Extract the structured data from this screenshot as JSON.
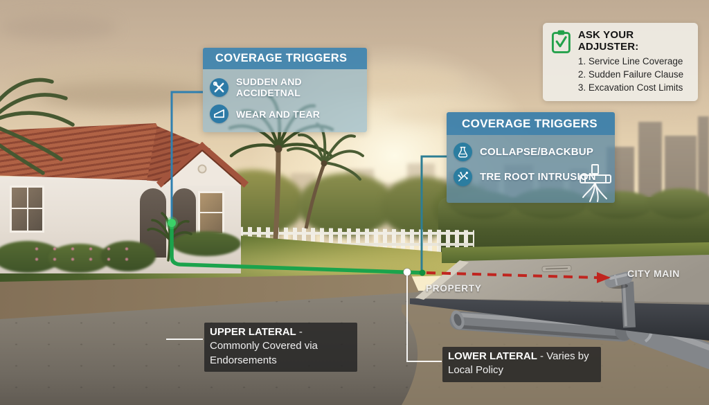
{
  "ask_adjuster": {
    "title": "ASK YOUR ADJUSTER:",
    "items": [
      "1. Service Line Coverage",
      "2. Sudden Failure Clause",
      "3. Excavation Cost Limits"
    ]
  },
  "coverage_left": {
    "title": "COVERAGE TRIGGERS",
    "items": [
      {
        "icon": "crossed-tools-icon",
        "label": "SUDDEN AND ACCIDETNAL"
      },
      {
        "icon": "wear-icon",
        "label": "WEAR AND TEAR"
      }
    ]
  },
  "coverage_right": {
    "title": "COVERAGE TRIGGERS",
    "items": [
      {
        "icon": "flask-icon",
        "label": "COLLAPSE/BACKBUP"
      },
      {
        "icon": "tree-root-icon",
        "label": "TRE ROOT INTRUSION"
      }
    ]
  },
  "callouts": {
    "upper_lateral": {
      "title": "UPPER LATERAL",
      "desc": " - Commonly Covered via Endorsements"
    },
    "lower_lateral": {
      "title": "LOWER LATERAL",
      "desc": " - Varies by Local Policy"
    }
  },
  "scene_labels": {
    "property": "PROPERTY",
    "city_main": "CITY MAIN"
  },
  "colors": {
    "panel_header_blue": "#3d83b0",
    "icon_circle_blue": "#2d7aa6",
    "service_line_green": "#1ba34c",
    "leader_blue": "#2f80b0",
    "city_flow_red": "#c0251f",
    "callout_bg_dark": "#242424",
    "checklist_green": "#23a14a"
  }
}
